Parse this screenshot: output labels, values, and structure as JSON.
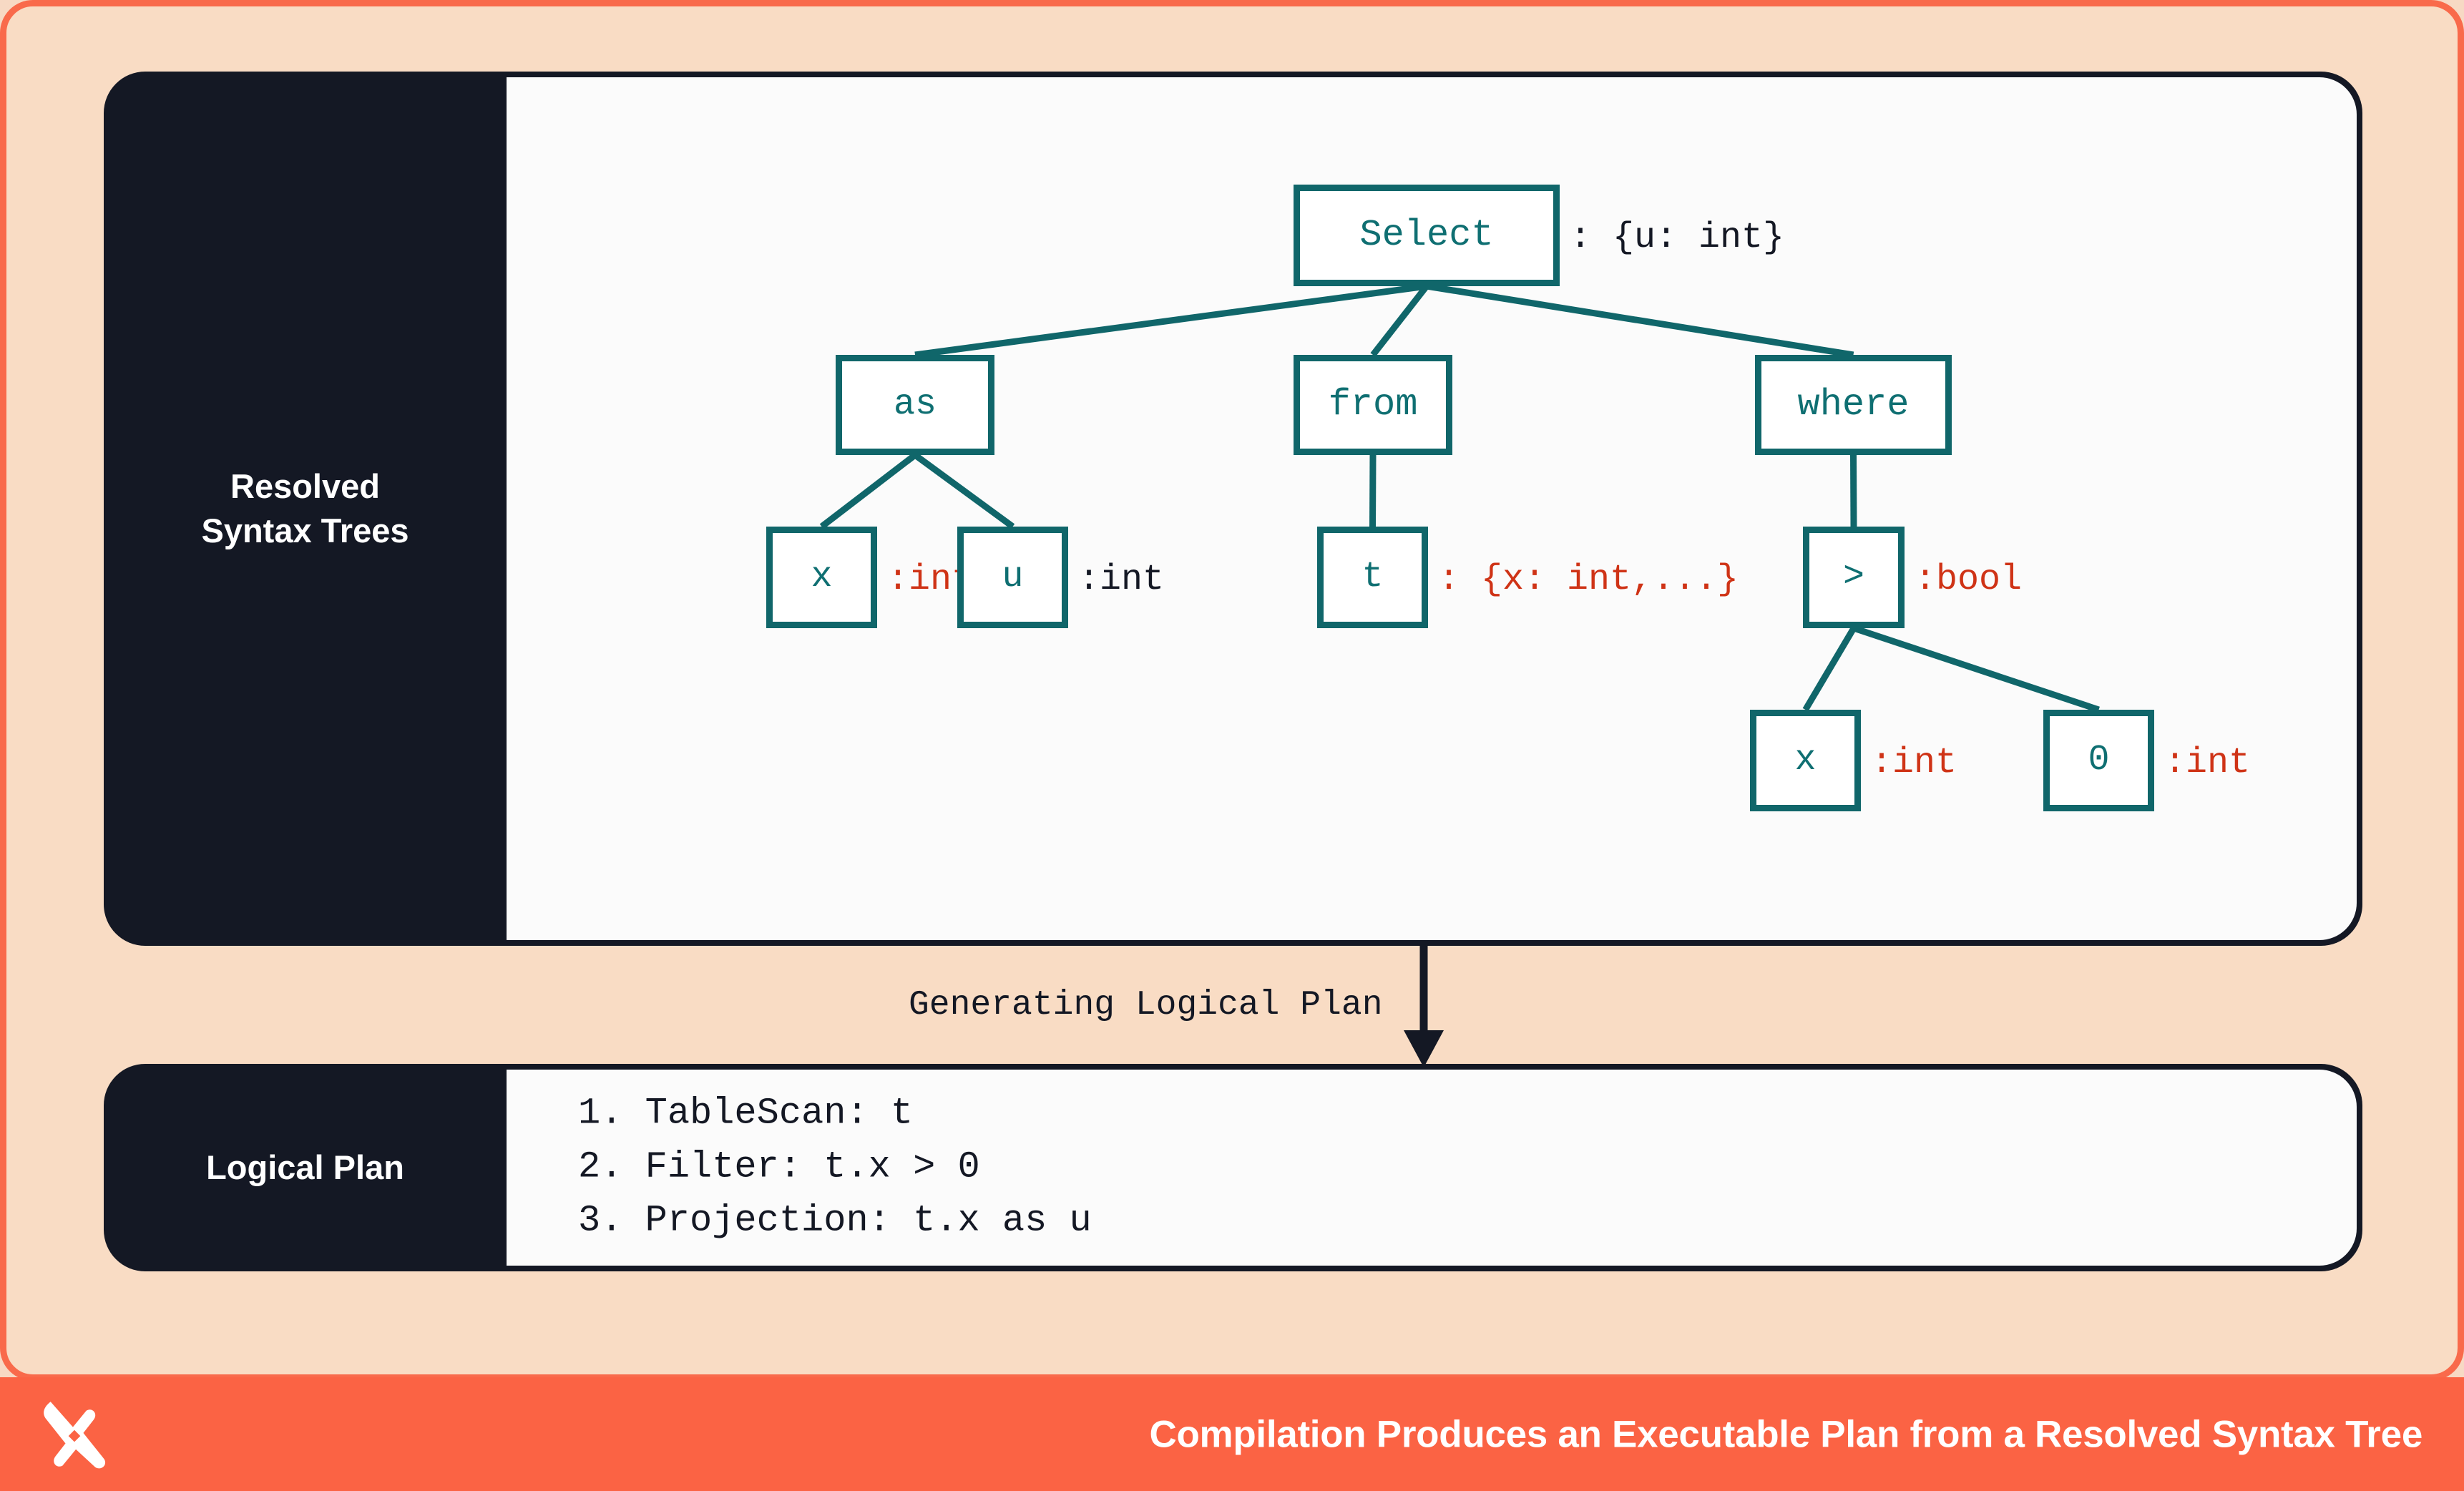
{
  "colors": {
    "canvas": "#f9dcc4",
    "accent_coral": "#fb6344",
    "panel_dark": "#141824",
    "panel_body": "#fbfbfb",
    "node_teal": "#10666a",
    "annotation_red": "#cf3316",
    "annotation_dark": "#141824"
  },
  "sections": {
    "resolved_syntax_trees": {
      "label_line1": "Resolved",
      "label_line2": "Syntax Trees"
    },
    "logical_plan": {
      "label": "Logical Plan",
      "steps": [
        "1. TableScan: t",
        "2. Filter: t.x > 0",
        "3. Projection: t.x as u"
      ]
    }
  },
  "flow": {
    "label": "Generating Logical Plan",
    "arrow": "down-arrow"
  },
  "footer": {
    "logo": "x-mark-logo",
    "caption": "Compilation Produces an Executable Plan from a Resolved Syntax Tree"
  },
  "tree": {
    "nodes": [
      {
        "id": "select",
        "label": "Select",
        "annotation": ": {u: int}",
        "annotation_color": "dark"
      },
      {
        "id": "as",
        "label": "as",
        "annotation": "",
        "annotation_color": ""
      },
      {
        "id": "from",
        "label": "from",
        "annotation": "",
        "annotation_color": ""
      },
      {
        "id": "where",
        "label": "where",
        "annotation": "",
        "annotation_color": ""
      },
      {
        "id": "as-x",
        "label": "x",
        "annotation": ":int",
        "annotation_color": "red"
      },
      {
        "id": "as-u",
        "label": "u",
        "annotation": ":int",
        "annotation_color": "dark"
      },
      {
        "id": "from-t",
        "label": "t",
        "annotation": ": {x: int,...}",
        "annotation_color": "red"
      },
      {
        "id": "gt",
        "label": ">",
        "annotation": ":bool",
        "annotation_color": "red"
      },
      {
        "id": "gt-x",
        "label": "x",
        "annotation": ":int",
        "annotation_color": "red"
      },
      {
        "id": "gt-0",
        "label": "0",
        "annotation": ":int",
        "annotation_color": "red"
      }
    ],
    "edges": [
      [
        "select",
        "as"
      ],
      [
        "select",
        "from"
      ],
      [
        "select",
        "where"
      ],
      [
        "as",
        "as-x"
      ],
      [
        "as",
        "as-u"
      ],
      [
        "from",
        "from-t"
      ],
      [
        "where",
        "gt"
      ],
      [
        "gt",
        "gt-x"
      ],
      [
        "gt",
        "gt-0"
      ]
    ]
  }
}
